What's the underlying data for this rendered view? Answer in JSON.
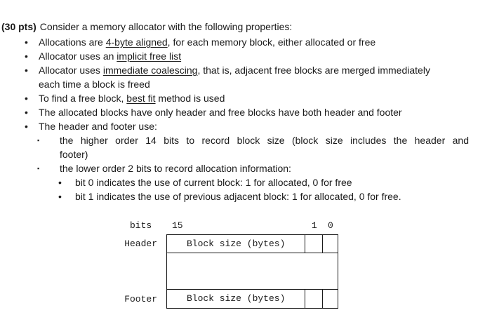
{
  "colors": {
    "background": "#ffffff",
    "text": "#1a1a1a",
    "border": "#1a1a1a"
  },
  "glyphs": {
    "disc": "•",
    "square": "▪"
  },
  "page": {
    "intro_bold": "(30 pts)",
    "intro_text": "Consider a memory allocator with the following properties:",
    "bullets": [
      {
        "pre": "Allocations are ",
        "underlined": "4-byte aligned",
        "post": ", for each memory block, either allocated or free"
      },
      {
        "pre": "Allocator uses an ",
        "underlined": "implicit free list",
        "post": ""
      },
      {
        "pre": "Allocator uses ",
        "underlined": "immediate coalescing",
        "post": ", that is, adjacent free blocks are merged immediately",
        "line2": "each time a block is freed"
      },
      {
        "pre": "To find a free block, ",
        "underlined": "best fit",
        "post": " method is used"
      },
      {
        "pre": "The allocated blocks have only header and free blocks have both header and footer",
        "underlined": "",
        "post": ""
      },
      {
        "pre": "The header and footer use:",
        "underlined": "",
        "post": ""
      }
    ],
    "sub_bullets": [
      {
        "line1": "the higher order 14 bits to record block size (block size includes the header and",
        "line2": "footer)"
      },
      {
        "line1": "the lower order 2 bits to record allocation information:"
      }
    ],
    "sub_sub_bullets": [
      {
        "text": "bit 0 indicates the use of current block: 1 for allocated, 0 for free"
      },
      {
        "text": "bit 1 indicates the use of previous adjacent block: 1 for allocated, 0 for free."
      }
    ]
  },
  "diagram": {
    "bits_label": "bits",
    "msb_label": "15",
    "bit1_label": "1",
    "bit0_label": "0",
    "header_row_label": "Header",
    "footer_row_label": "Footer",
    "header_cell_text": "Block size (bytes)",
    "footer_cell_text": "Block size (bytes)"
  }
}
